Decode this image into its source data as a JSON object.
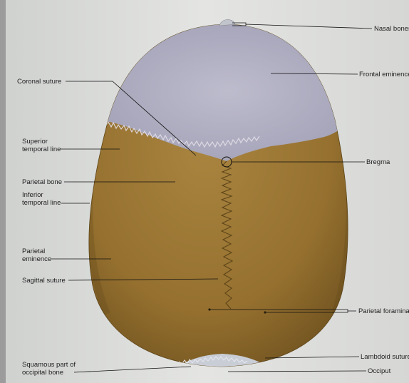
{
  "labels": {
    "nasal_bones": "Nasal bones",
    "frontal_eminence": "Frontal eminence",
    "coronal_suture": "Coronal suture",
    "superior_temporal_line": "Superior temporal line",
    "bregma": "Bregma",
    "parietal_bone": "Parietal bone",
    "inferior_temporal_line": "Inferior temporal line",
    "parietal_eminence": "Parietal eminence",
    "sagittal_suture": "Sagittal suture",
    "parietal_foramina": "Parietal foramina",
    "lambdoid_suture": "Lambdoid suture",
    "squamous_part_of_occipital_bone": "Squamous part of occipital bone",
    "occiput": "Occiput"
  },
  "colors": {
    "frontal_bone": "#b5b3c7",
    "parietal_bone": "#9a7639",
    "occipital_bone": "#c9cdd6",
    "leader_line": "#111111",
    "background": "#dfe0de"
  }
}
